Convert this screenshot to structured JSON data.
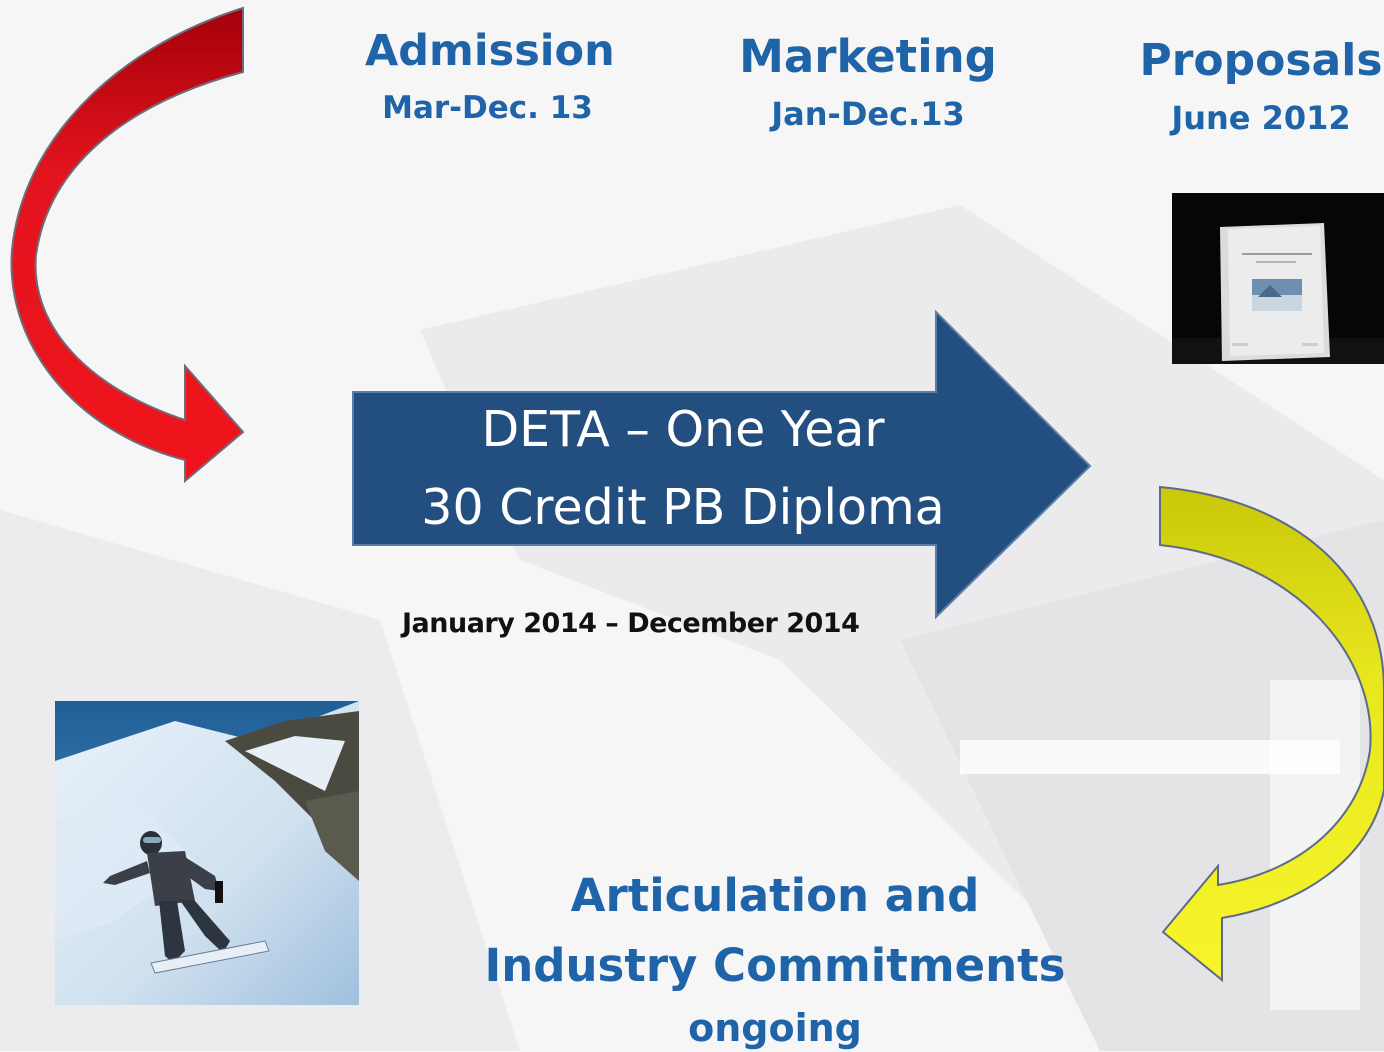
{
  "steps": {
    "admission": {
      "title": "Admission",
      "date": "Mar-Dec. 13"
    },
    "marketing": {
      "title": "Marketing",
      "date": "Jan-Dec.13"
    },
    "proposals": {
      "title": "Proposals",
      "date": "June 2012"
    }
  },
  "main_arrow": {
    "line1": "DETA – One Year",
    "line2": "30 Credit PB Diploma",
    "color": "#224e80"
  },
  "program_dates": "January 2014 – December 2014",
  "articulation": {
    "line1": "Articulation  and",
    "line2": "Industry Commitments",
    "line3": "ongoing"
  },
  "colors": {
    "heading": "#1f63a8",
    "red_arrow": "#e3141e",
    "yellow_arrow": "#e9e81f",
    "background": "#f6f6f7"
  },
  "images": {
    "binder": "binder-photo",
    "snowboarder": "snowboarder-photo"
  }
}
